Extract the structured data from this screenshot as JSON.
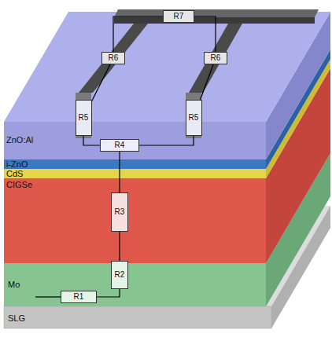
{
  "diagram": {
    "nodes": [
      {
        "text": [
          "R7"
        ]
      },
      {
        "text": [
          "R6"
        ]
      },
      {
        "text": [
          "R6"
        ]
      },
      {
        "text": [
          "R5"
        ]
      },
      {
        "text": [
          "R5"
        ]
      },
      {
        "text": [
          "R4"
        ]
      },
      {
        "text": [
          "R3"
        ]
      },
      {
        "text": [
          "R2"
        ]
      },
      {
        "text": [
          "R1"
        ]
      }
    ],
    "edges": [
      {
        "from": 0,
        "to": 1,
        "arrow": "none"
      },
      {
        "from": 0,
        "to": 2,
        "arrow": "none"
      },
      {
        "from": 1,
        "to": 3,
        "arrow": "none"
      },
      {
        "from": 2,
        "to": 4,
        "arrow": "none"
      },
      {
        "from": 3,
        "to": 5,
        "arrow": "none"
      },
      {
        "from": 4,
        "to": 5,
        "arrow": "none"
      },
      {
        "from": 5,
        "to": 6,
        "arrow": "none"
      },
      {
        "from": 6,
        "to": 7,
        "arrow": "none"
      },
      {
        "from": 7,
        "to": 8,
        "arrow": "none"
      }
    ],
    "labels": [
      "ZnO:Al",
      "i-ZnO",
      "CdS",
      "CIGSe",
      "Mo",
      "SLG"
    ]
  }
}
